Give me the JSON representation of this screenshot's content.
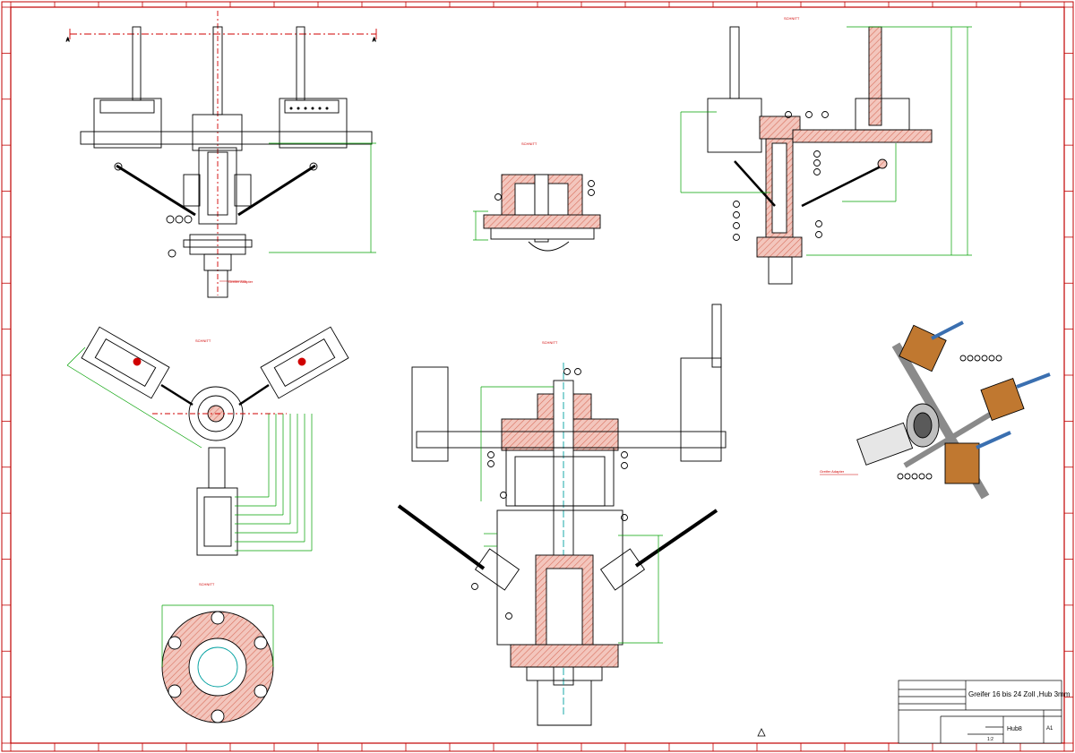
{
  "colors": {
    "frame": "#c00000",
    "section_title": "#d00000",
    "dimension": "#00a000",
    "hatch": "#e07a6a",
    "outline": "#000000",
    "part_iso": "#c07830",
    "arm_iso": "#3a6fb0"
  },
  "labels": {
    "adapter_front": "Greifer Adapter",
    "adapter_iso": "Greifer Adapter",
    "section_marker": "A"
  },
  "title_block": {
    "title": "Greifer 16 bis 24 Zoll ,Hub 3mm",
    "drawing_name": "Hub8",
    "scale": "1:2",
    "sheet": "A1"
  }
}
